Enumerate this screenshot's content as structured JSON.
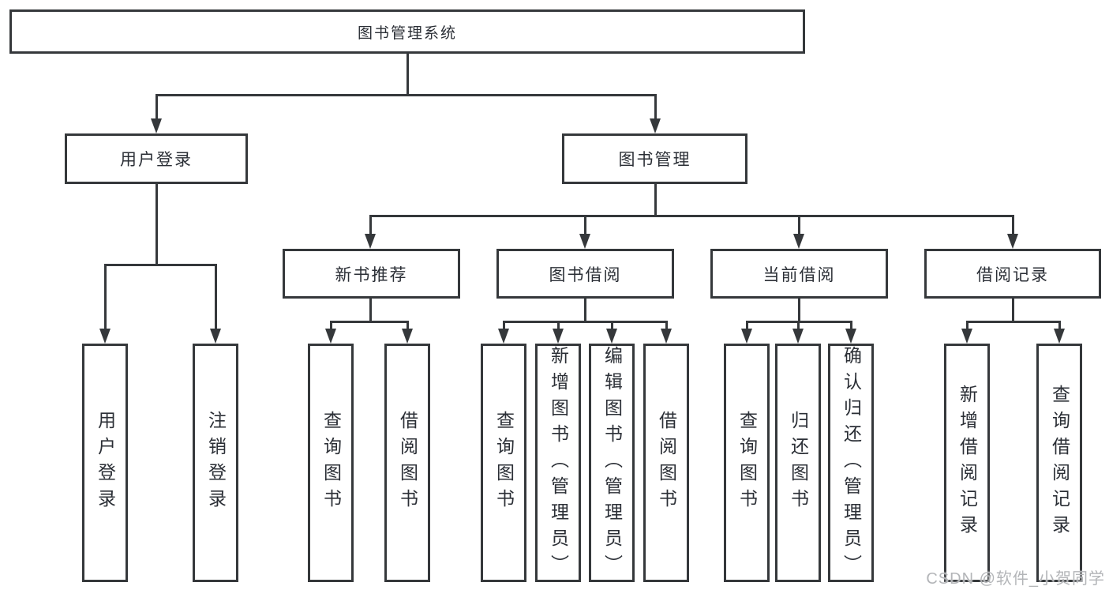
{
  "colors": {
    "line": "#35383b",
    "text": "#2b2f36",
    "box_background": "#ffffff",
    "watermark": "#b3b5b8"
  },
  "watermark": {
    "text": "CSDN @软件_小贺同学"
  },
  "diagram": {
    "type": "hierarchy-tree",
    "root": {
      "label": "图书管理系统",
      "children": [
        {
          "label": "用户登录",
          "children": [
            {
              "label": "用户登录"
            },
            {
              "label": "注销登录"
            }
          ]
        },
        {
          "label": "图书管理",
          "children": [
            {
              "label": "新书推荐",
              "children": [
                {
                  "label": "查询图书"
                },
                {
                  "label": "借阅图书"
                }
              ]
            },
            {
              "label": "图书借阅",
              "children": [
                {
                  "label": "查询图书"
                },
                {
                  "label": "新增图书（管理员）"
                },
                {
                  "label": "编辑图书（管理员）"
                },
                {
                  "label": "借阅图书"
                }
              ]
            },
            {
              "label": "当前借阅",
              "children": [
                {
                  "label": "查询图书"
                },
                {
                  "label": "归还图书"
                },
                {
                  "label": "确认归还（管理员）"
                }
              ]
            },
            {
              "label": "借阅记录",
              "children": [
                {
                  "label": "新增借阅记录"
                },
                {
                  "label": "查询借阅记录"
                }
              ]
            }
          ]
        }
      ]
    }
  }
}
